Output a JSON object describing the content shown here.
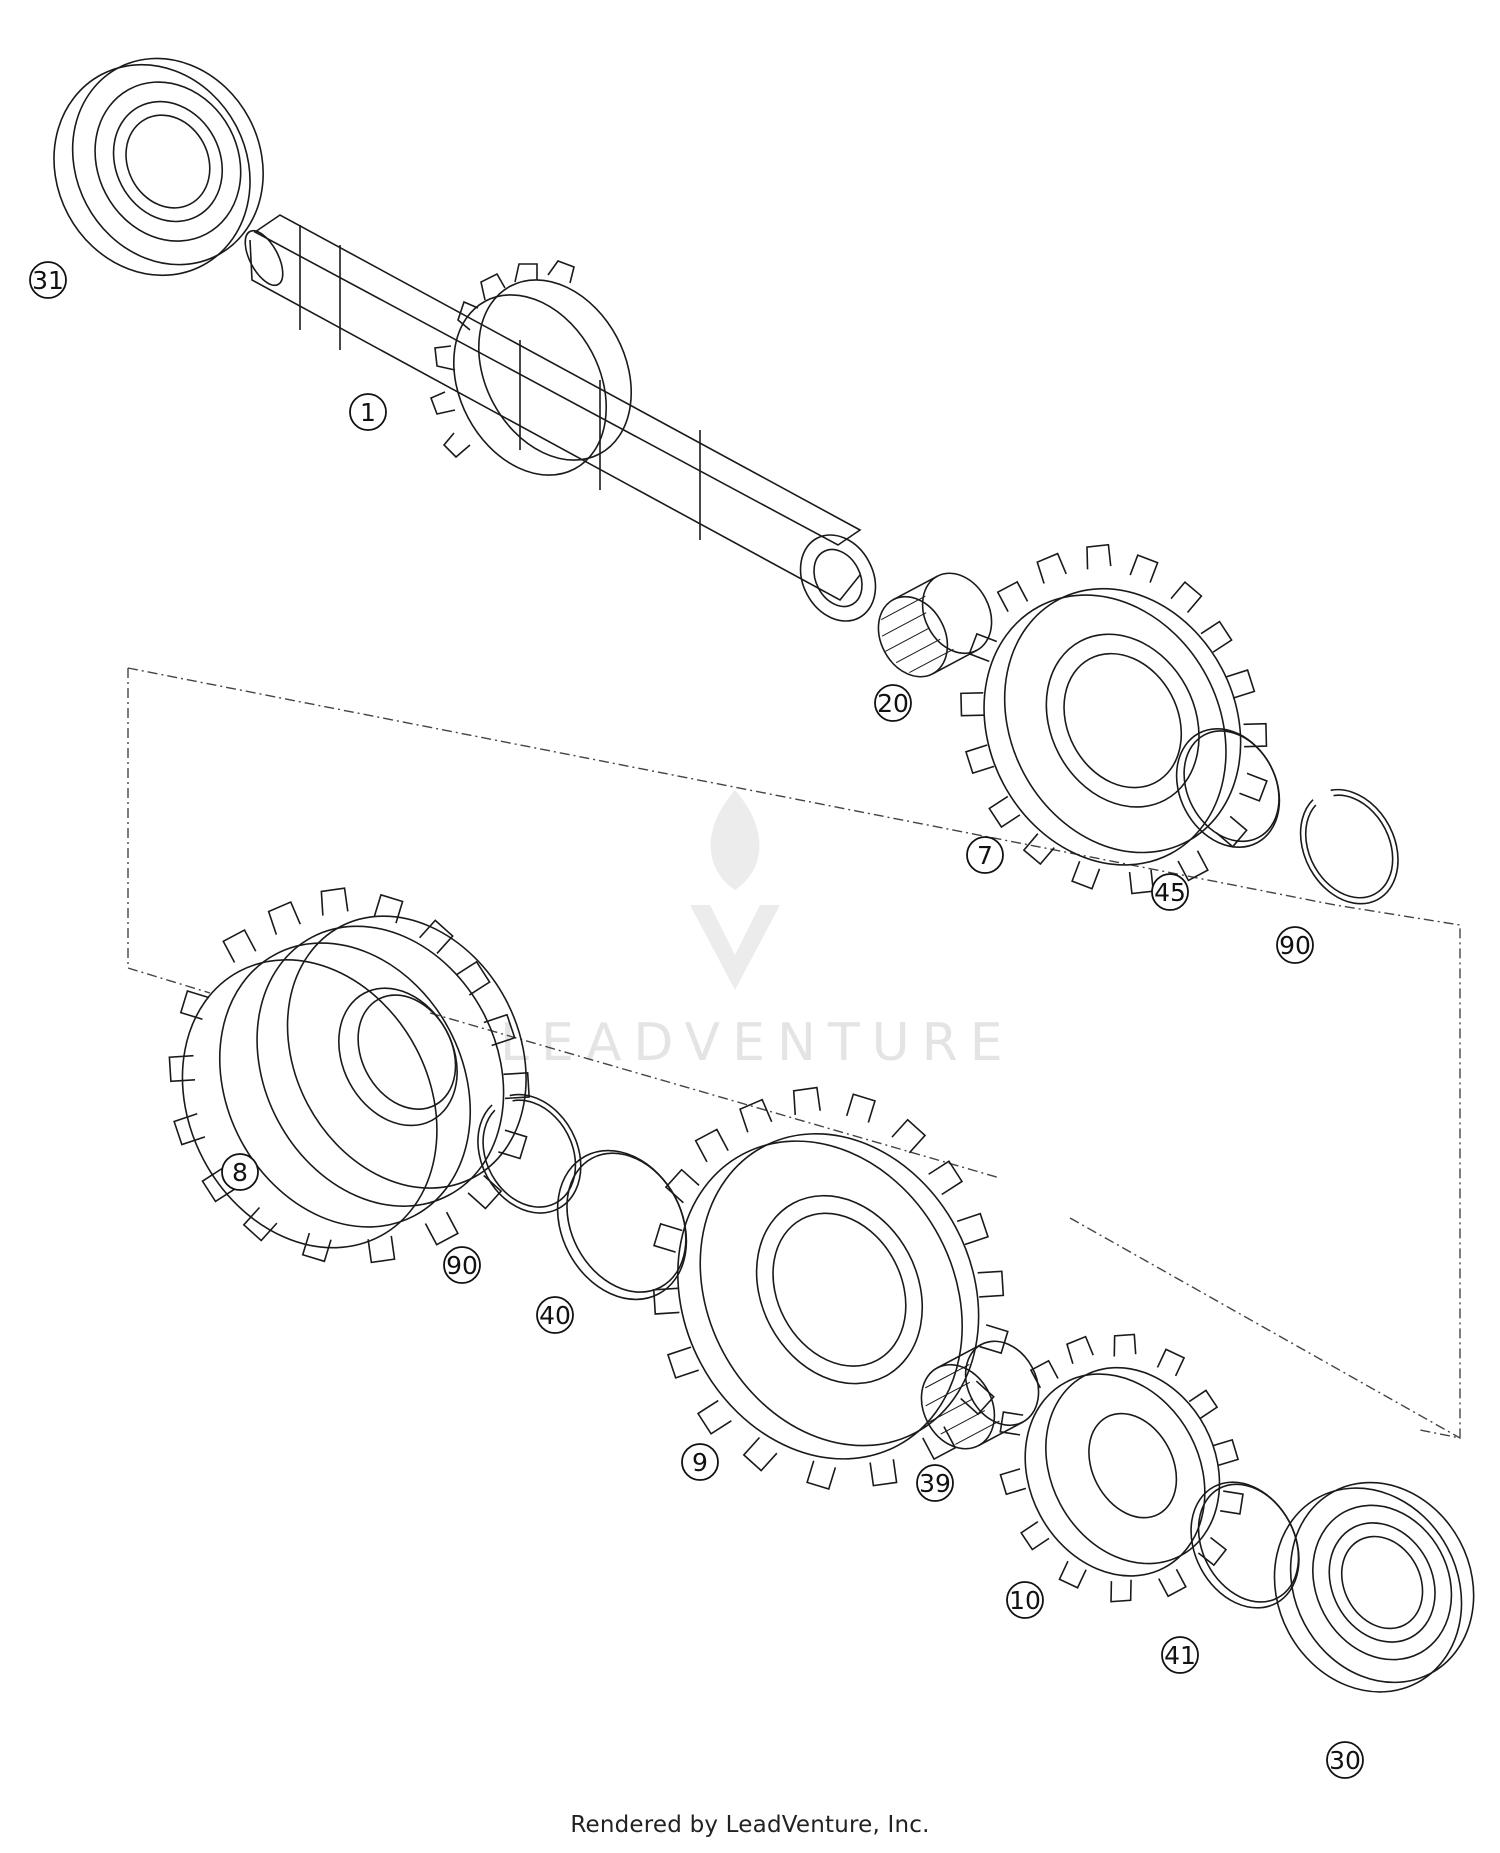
{
  "diagram": {
    "callouts": [
      {
        "id": "p31",
        "label": "31"
      },
      {
        "id": "p1",
        "label": "1"
      },
      {
        "id": "p20",
        "label": "20"
      },
      {
        "id": "p7",
        "label": "7"
      },
      {
        "id": "p45",
        "label": "45"
      },
      {
        "id": "p90a",
        "label": "90"
      },
      {
        "id": "p8",
        "label": "8"
      },
      {
        "id": "p90b",
        "label": "90"
      },
      {
        "id": "p40",
        "label": "40"
      },
      {
        "id": "p9",
        "label": "9"
      },
      {
        "id": "p39",
        "label": "39"
      },
      {
        "id": "p10",
        "label": "10"
      },
      {
        "id": "p41",
        "label": "41"
      },
      {
        "id": "p30",
        "label": "30"
      }
    ]
  },
  "watermark": {
    "text": "LEADVENTURE"
  },
  "footer": {
    "text": "Rendered by LeadVenture, Inc."
  },
  "colors": {
    "line": "#1a1a1a",
    "watermark": "#e4e4e4"
  }
}
